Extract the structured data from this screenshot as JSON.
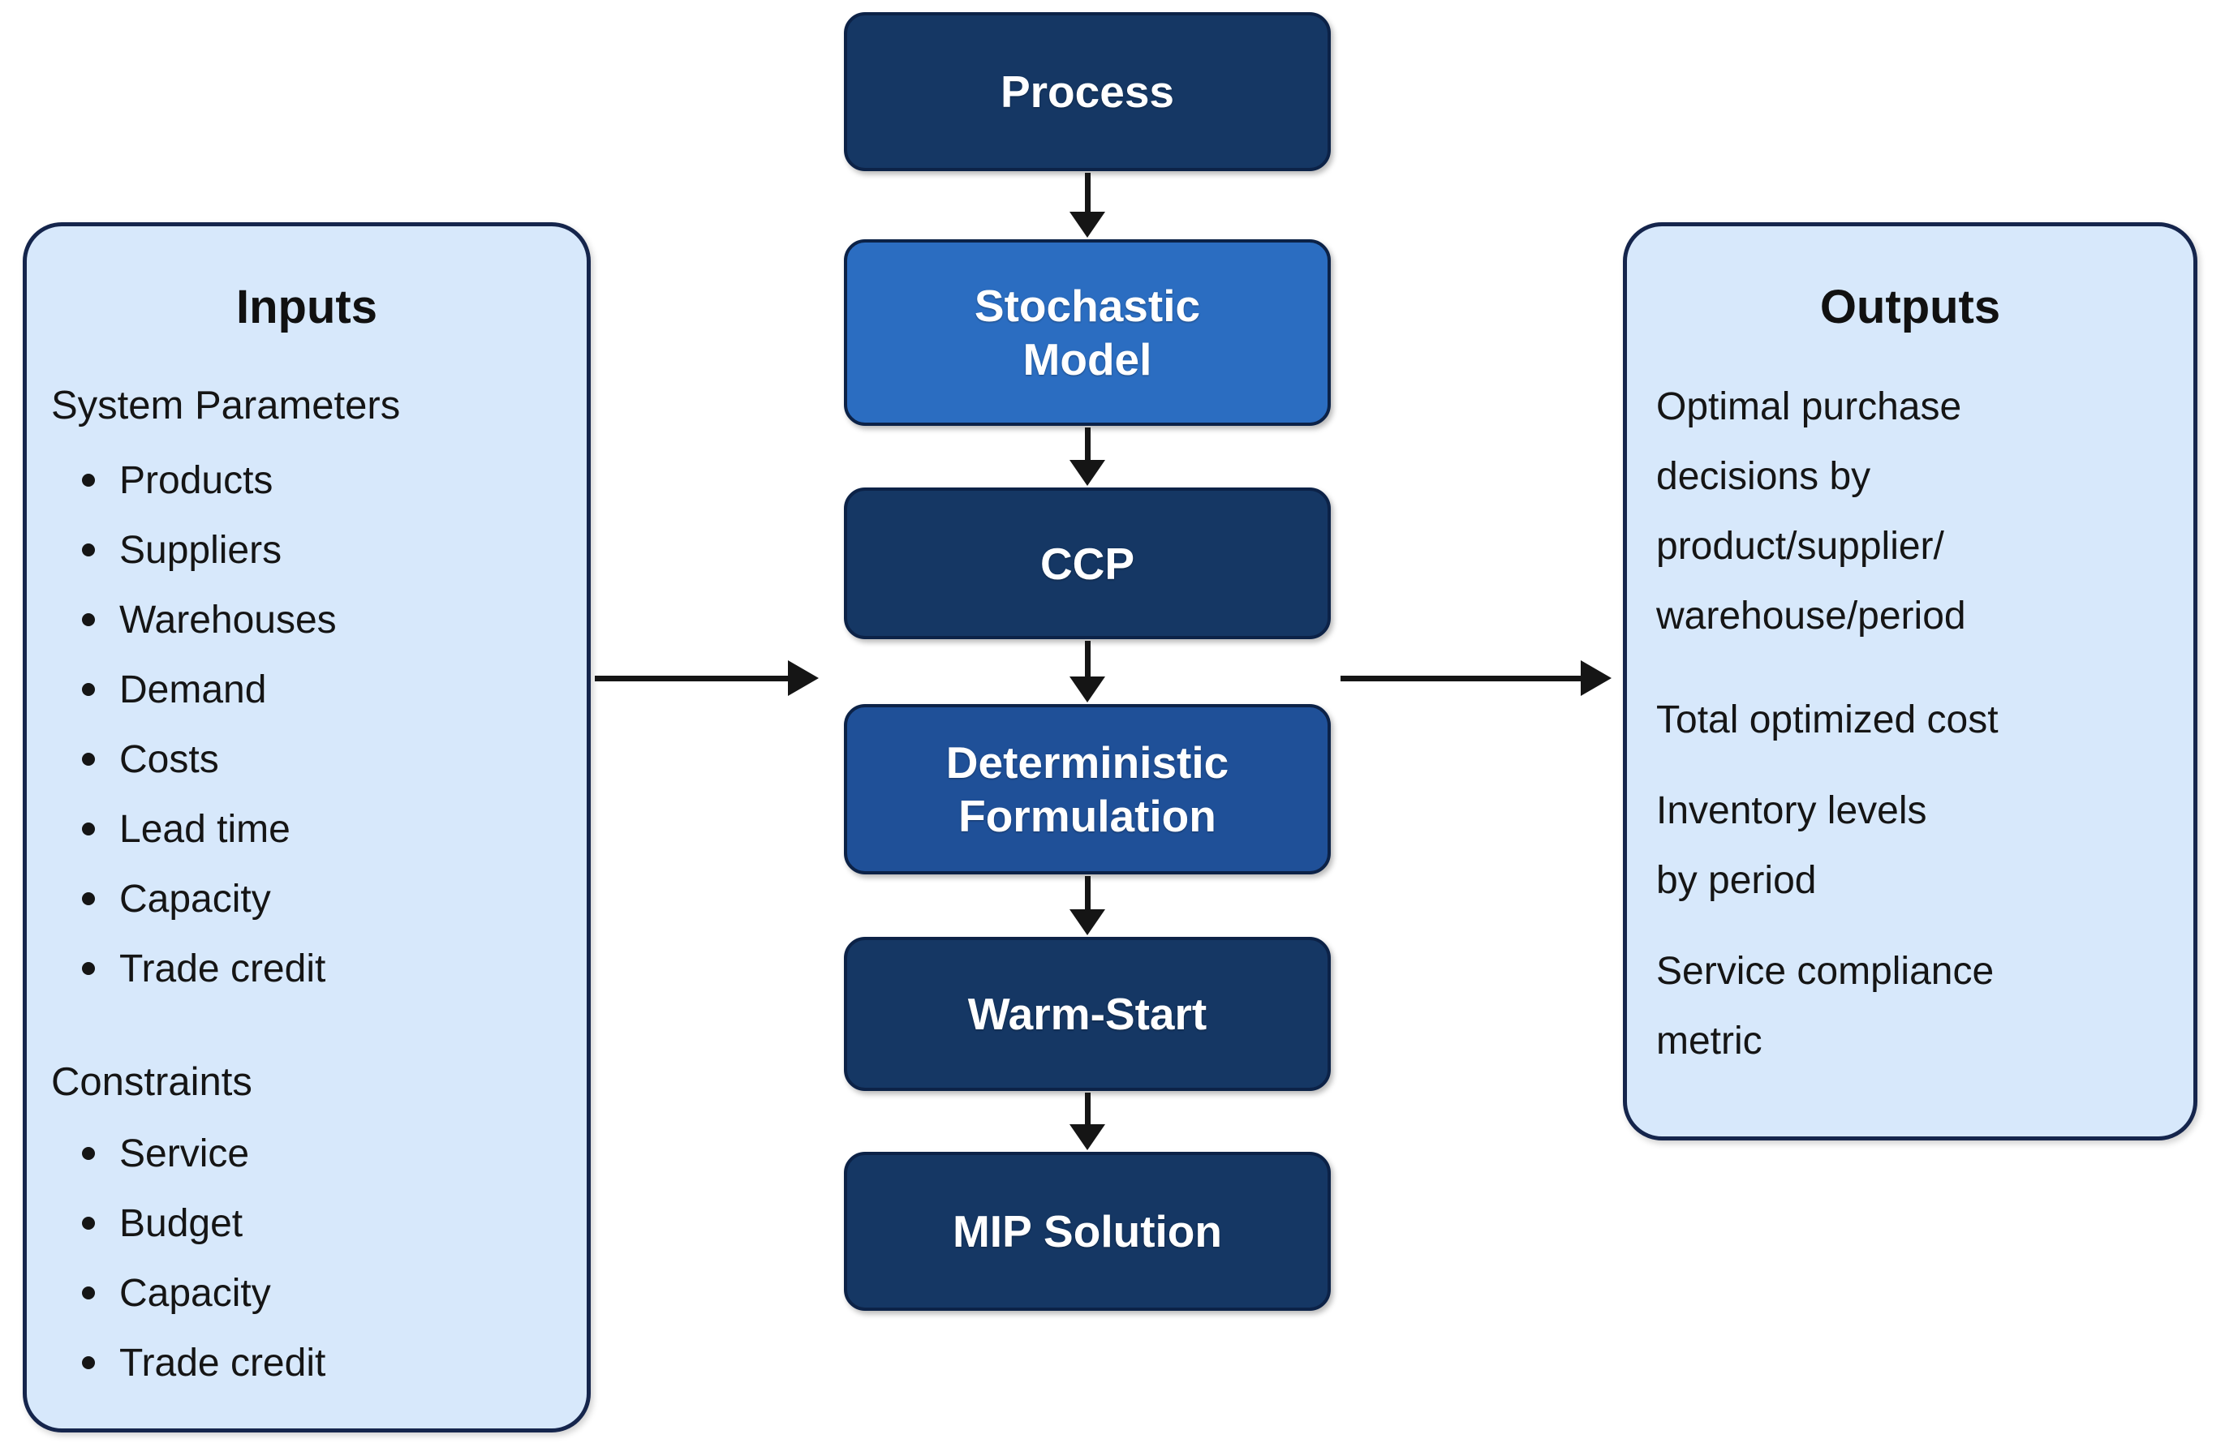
{
  "inputs_panel": {
    "title": "Inputs",
    "sections": [
      {
        "heading": "System Parameters",
        "items": [
          "Products",
          "Suppliers",
          "Warehouses",
          "Demand",
          "Costs",
          "Lead time",
          "Capacity",
          "Trade credit"
        ]
      },
      {
        "heading": "Constraints",
        "items": [
          "Service",
          "Budget",
          "Capacity",
          "Trade credit"
        ]
      }
    ]
  },
  "flow": {
    "nodes": [
      {
        "id": "process",
        "line1": "Process",
        "line2": "",
        "variant": "dark"
      },
      {
        "id": "stochastic-model",
        "line1": "Stochastic",
        "line2": "Model",
        "variant": "bright"
      },
      {
        "id": "ccp",
        "line1": "CCP",
        "line2": "",
        "variant": "dark"
      },
      {
        "id": "deterministic-formulation",
        "line1": "Deterministic",
        "line2": "Formulation",
        "variant": "medium"
      },
      {
        "id": "warm-start",
        "line1": "Warm-Start",
        "line2": "",
        "variant": "dark"
      },
      {
        "id": "mip-solution",
        "line1": "MIP Solution",
        "line2": "",
        "variant": "dark"
      }
    ]
  },
  "outputs_panel": {
    "title": "Outputs",
    "items": [
      {
        "lines": [
          "Optimal purchase",
          "decisions by",
          "product/supplier/",
          "warehouse/period"
        ]
      },
      {
        "lines": [
          "Total optimized cost"
        ]
      },
      {
        "lines": [
          "Inventory levels",
          "by period"
        ]
      },
      {
        "lines": [
          "Service compliance",
          "metric"
        ]
      }
    ]
  },
  "colors": {
    "node_dark": "#153764",
    "node_bright": "#2b6dc1",
    "node_medium": "#1f5098",
    "node_border": "#0c2247",
    "panel_fill": "#d7e8fb",
    "panel_border": "#15254c",
    "arrow": "#151515",
    "text_dark": "#151515",
    "text_light": "#ffffff"
  }
}
